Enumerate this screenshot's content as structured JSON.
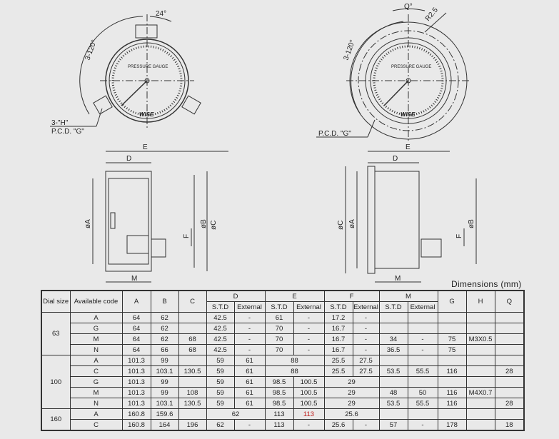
{
  "drawing": {
    "front_left": {
      "dial_text": "PRESSURE GAUGE",
      "logo": "WISE",
      "angle_pitch": "3-120°",
      "angle_offset": "24°",
      "hole_label": "3-\"H\"",
      "pcd_label": "P.C.D. \"G\""
    },
    "front_right": {
      "dial_text": "PRESSURE GAUGE",
      "logo": "WISE",
      "angle_pitch": "3-120°",
      "angle_q": "Q°",
      "radius": "R2.5",
      "pcd_label": "P.C.D. \"G\""
    },
    "side_left": {
      "E": "E",
      "D": "D",
      "A": "øA",
      "B": "øB",
      "C": "øC",
      "F": "F",
      "M": "M"
    },
    "side_right": {
      "E": "E",
      "D": "D",
      "A": "øA",
      "B": "øB",
      "C": "øC",
      "F": "F",
      "M": "M"
    }
  },
  "caption": "Dimensions  (mm)",
  "table": {
    "headers": {
      "dial_size": "Dial size",
      "code": "Available code",
      "A": "A",
      "B": "B",
      "C": "C",
      "D": "D",
      "E": "E",
      "F": "F",
      "M": "M",
      "G": "G",
      "H": "H",
      "Q": "Q",
      "std": "S.T.D",
      "ext": "External"
    },
    "groups": [
      {
        "dial": "63",
        "rows": [
          {
            "code": "A",
            "cells": [
              [
                "64"
              ],
              [
                "62"
              ],
              [
                ""
              ],
              [
                "42.5"
              ],
              [
                "-"
              ],
              [
                "61"
              ],
              [
                "-"
              ],
              [
                "17.2"
              ],
              [
                "-"
              ],
              [
                ""
              ],
              [
                ""
              ],
              [
                ""
              ],
              [
                ""
              ],
              [
                ""
              ]
            ]
          },
          {
            "code": "G",
            "cells": [
              [
                "64"
              ],
              [
                "62"
              ],
              [
                ""
              ],
              [
                "42.5"
              ],
              [
                "-"
              ],
              [
                "70"
              ],
              [
                "-"
              ],
              [
                "16.7"
              ],
              [
                "-"
              ],
              [
                ""
              ],
              [
                ""
              ],
              [
                ""
              ],
              [
                ""
              ],
              [
                ""
              ]
            ]
          },
          {
            "code": "M",
            "cells": [
              [
                "64"
              ],
              [
                "62"
              ],
              [
                "68"
              ],
              [
                "42.5"
              ],
              [
                "-"
              ],
              [
                "70"
              ],
              [
                "-"
              ],
              [
                "16.7"
              ],
              [
                "-"
              ],
              [
                "34"
              ],
              [
                "-"
              ],
              [
                "75"
              ],
              [
                "M3X0.5"
              ],
              [
                ""
              ]
            ]
          },
          {
            "code": "N",
            "cells": [
              [
                "64"
              ],
              [
                "66"
              ],
              [
                "68"
              ],
              [
                "42.5"
              ],
              [
                "-"
              ],
              [
                "70"
              ],
              [
                "-"
              ],
              [
                "16.7"
              ],
              [
                "-"
              ],
              [
                "36.5"
              ],
              [
                "-"
              ],
              [
                "75"
              ],
              [
                ""
              ],
              [
                ""
              ]
            ]
          }
        ]
      },
      {
        "dial": "100",
        "rows": [
          {
            "code": "A",
            "cells": [
              [
                "101.3"
              ],
              [
                "99"
              ],
              [
                ""
              ],
              [
                "59"
              ],
              [
                "61"
              ],
              [
                "88",
                2
              ],
              [
                "25.5"
              ],
              [
                "27.5"
              ],
              [
                ""
              ],
              [
                ""
              ],
              [
                ""
              ],
              [
                ""
              ],
              [
                ""
              ]
            ]
          },
          {
            "code": "C",
            "cells": [
              [
                "101.3"
              ],
              [
                "103.1"
              ],
              [
                "130.5"
              ],
              [
                "59"
              ],
              [
                "61"
              ],
              [
                "88",
                2
              ],
              [
                "25.5"
              ],
              [
                "27.5"
              ],
              [
                "53.5"
              ],
              [
                "55.5"
              ],
              [
                "116"
              ],
              [
                ""
              ],
              [
                "28"
              ]
            ]
          },
          {
            "code": "G",
            "cells": [
              [
                "101.3"
              ],
              [
                "99"
              ],
              [
                ""
              ],
              [
                "59"
              ],
              [
                "61"
              ],
              [
                "98.5"
              ],
              [
                "100.5"
              ],
              [
                "29",
                2
              ],
              [
                ""
              ],
              [
                ""
              ],
              [
                ""
              ],
              [
                ""
              ],
              [
                ""
              ]
            ]
          },
          {
            "code": "M",
            "cells": [
              [
                "101.3"
              ],
              [
                "99"
              ],
              [
                "108"
              ],
              [
                "59"
              ],
              [
                "61"
              ],
              [
                "98.5"
              ],
              [
                "100.5"
              ],
              [
                "29",
                2
              ],
              [
                "48"
              ],
              [
                "50"
              ],
              [
                "116"
              ],
              [
                "M4X0.7"
              ],
              [
                ""
              ]
            ]
          },
          {
            "code": "N",
            "cells": [
              [
                "101.3"
              ],
              [
                "103.1"
              ],
              [
                "130.5"
              ],
              [
                "59"
              ],
              [
                "61"
              ],
              [
                "98.5"
              ],
              [
                "100.5"
              ],
              [
                "29",
                2
              ],
              [
                "53.5"
              ],
              [
                "55.5"
              ],
              [
                "116"
              ],
              [
                ""
              ],
              [
                "28"
              ]
            ]
          }
        ]
      },
      {
        "dial": "160",
        "rows": [
          {
            "code": "A",
            "cells": [
              [
                "160.8"
              ],
              [
                "159.6"
              ],
              [
                ""
              ],
              [
                "62",
                2
              ],
              [
                "113"
              ],
              [
                "113",
                1,
                "red"
              ],
              [
                "25.6",
                2
              ],
              [
                ""
              ],
              [
                ""
              ],
              [
                ""
              ],
              [
                ""
              ],
              [
                ""
              ]
            ]
          },
          {
            "code": "C",
            "cells": [
              [
                "160.8"
              ],
              [
                "164"
              ],
              [
                "196"
              ],
              [
                "62"
              ],
              [
                "-"
              ],
              [
                "113"
              ],
              [
                "-"
              ],
              [
                "25.6"
              ],
              [
                "-"
              ],
              [
                "57"
              ],
              [
                "-"
              ],
              [
                "178"
              ],
              [
                ""
              ],
              [
                "18"
              ]
            ]
          }
        ]
      }
    ]
  }
}
